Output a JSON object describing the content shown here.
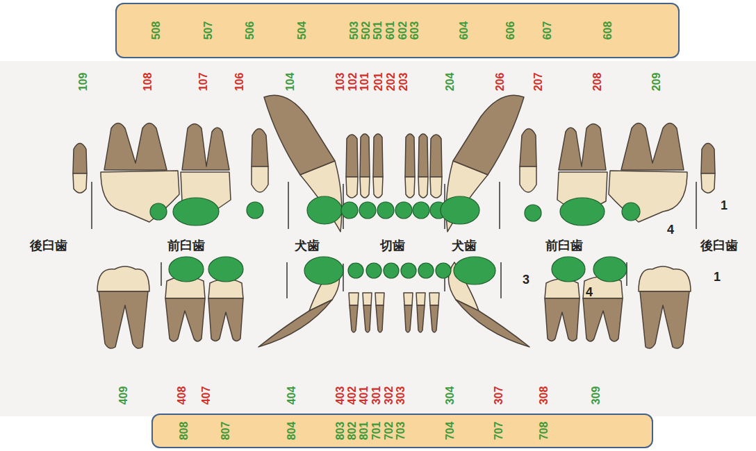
{
  "diagram": {
    "nodes": [
      {
        "text": [
          "508",
          "507",
          "506",
          "504",
          "503",
          "502",
          "501",
          "601",
          "602",
          "603",
          "604",
          "606",
          "607",
          "608"
        ]
      },
      {
        "text": [
          "808",
          "807",
          "804",
          "803",
          "802",
          "801",
          "701",
          "702",
          "703",
          "704",
          "707",
          "708"
        ]
      }
    ],
    "labels": [
      "109",
      "108",
      "107",
      "106",
      "104",
      "103",
      "102",
      "101",
      "201",
      "202",
      "203",
      "204",
      "206",
      "207",
      "208",
      "209",
      "1",
      "4",
      "後臼歯",
      "前臼歯",
      "犬歯",
      "切歯",
      "犬歯",
      "前臼歯",
      "後臼歯",
      "3",
      "4",
      "1",
      "409",
      "408",
      "407",
      "404",
      "403",
      "402",
      "401",
      "301",
      "302",
      "303",
      "304",
      "307",
      "308",
      "309"
    ]
  }
}
